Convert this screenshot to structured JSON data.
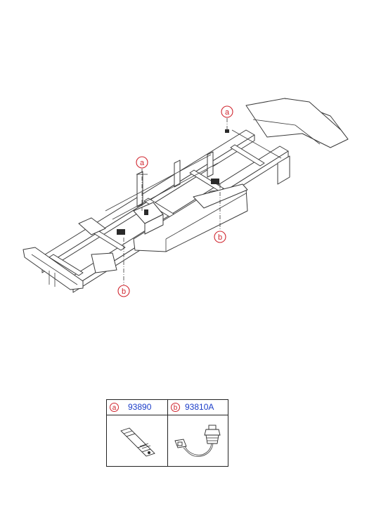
{
  "callouts": {
    "a_top": "a",
    "a_mid": "a",
    "b_right": "b",
    "b_left": "b"
  },
  "parts_table": {
    "columns": [
      {
        "letter": "a",
        "part_number": "93890",
        "illustration": "pressure-switch-icon"
      },
      {
        "letter": "b",
        "part_number": "93810A",
        "illustration": "sensor-with-connector-icon"
      }
    ]
  },
  "colors": {
    "callout": "#d0262f",
    "part_number": "#1a3cc8",
    "line": "#3a3a3a"
  }
}
